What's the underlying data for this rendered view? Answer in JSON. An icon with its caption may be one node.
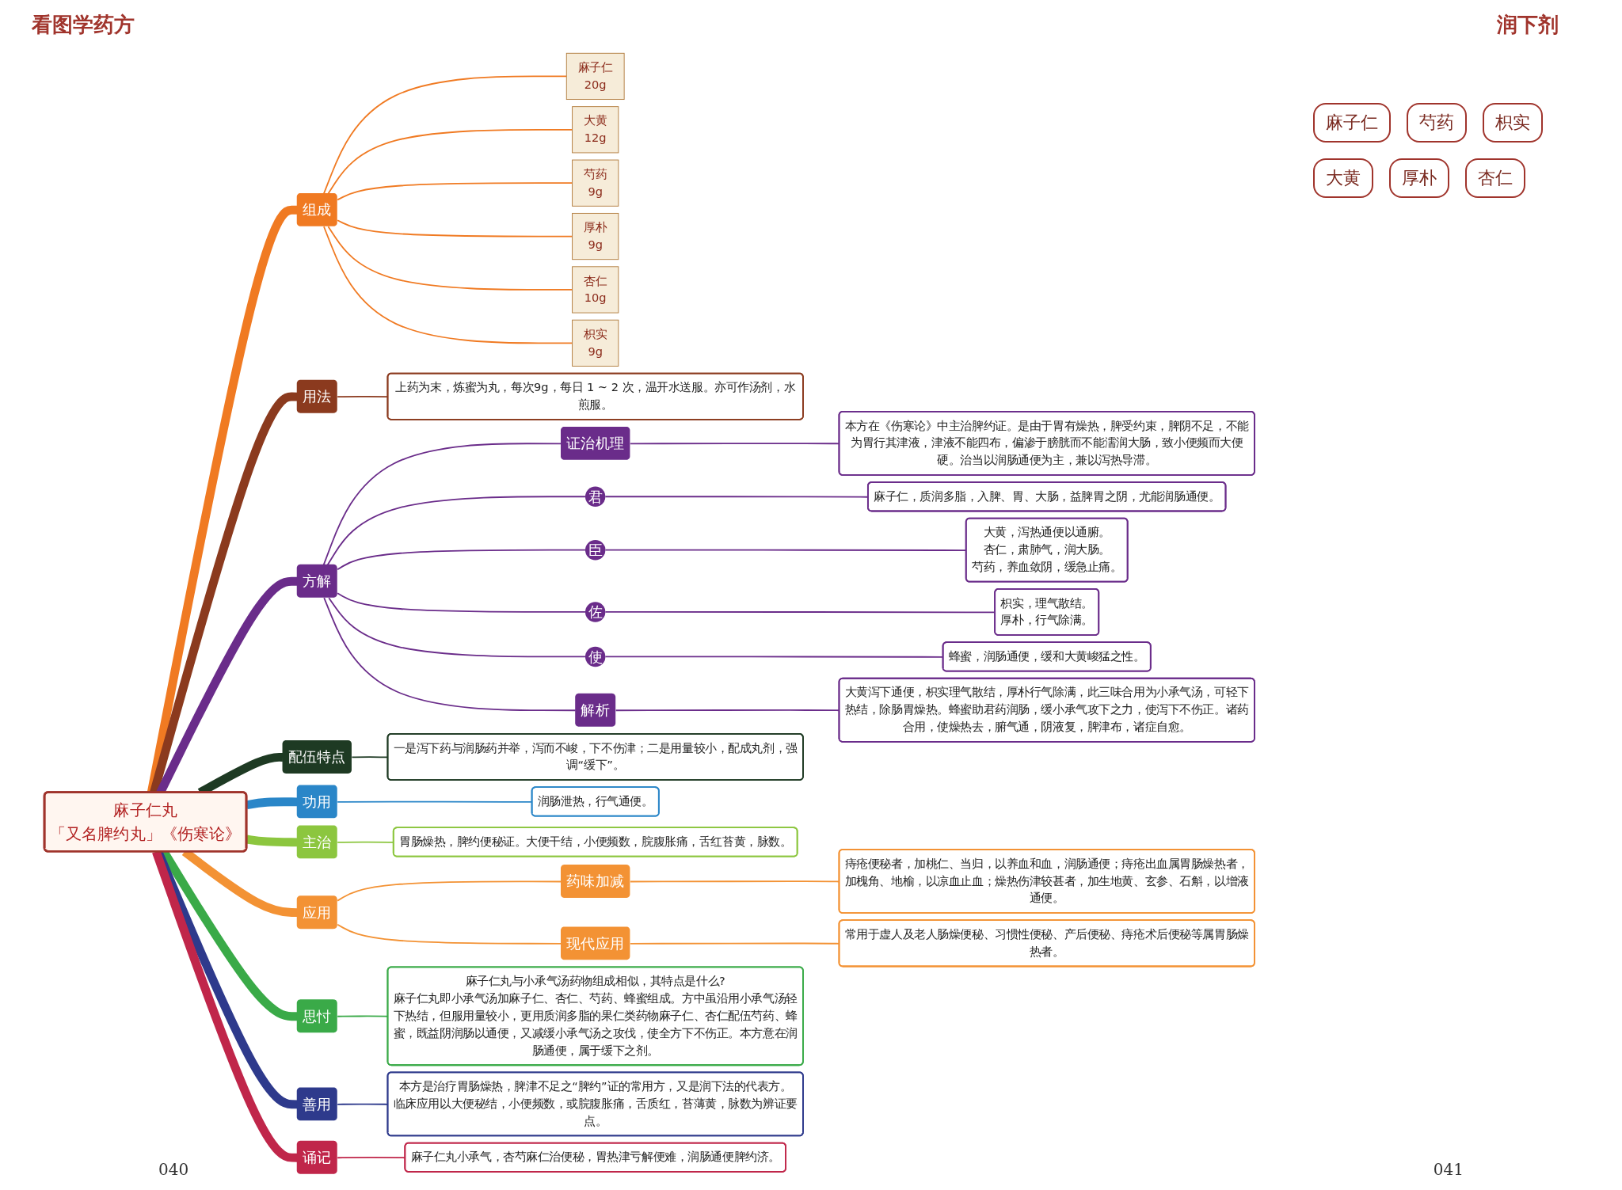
{
  "diagram": {
    "nodes": [
      {
        "text": [
          "麻子仁丸",
          "「又名脾约丸」《伤寒论》"
        ]
      },
      {
        "text": [
          "组成"
        ]
      },
      {
        "text": [
          "麻子仁",
          "20g"
        ]
      },
      {
        "text": [
          "大黄",
          "12g"
        ]
      },
      {
        "text": [
          "芍药",
          "9g"
        ]
      },
      {
        "text": [
          "厚朴",
          "9g"
        ]
      },
      {
        "text": [
          "杏仁",
          "10g"
        ]
      },
      {
        "text": [
          "枳实",
          "9g"
        ]
      },
      {
        "text": [
          "用法"
        ]
      },
      {
        "text": [
          "上药为末，炼蜜为丸，每次9g，每日 1 ~ 2 次，温开水送服。亦可作汤剂，水煎服。"
        ]
      },
      {
        "text": [
          "方解"
        ]
      },
      {
        "text": [
          "证治机理"
        ]
      },
      {
        "text": [
          "本方在《伤寒论》中主治脾约证。是由于胃有燥热，脾受约束，脾阴不足，不能为胃行其津液，津液不能四布，偏渗于膀胱而不能濡润大肠，致小便频而大便硬。治当以润肠通便为主，兼以泻热导滞。"
        ]
      },
      {
        "text": [
          "君"
        ]
      },
      {
        "text": [
          "麻子仁，质润多脂，入脾、胃、大肠，益脾胃之阴，尤能润肠通便。"
        ]
      },
      {
        "text": [
          "臣"
        ]
      },
      {
        "text": [
          "大黄，泻热通便以通腑。",
          "杏仁，肃肺气，润大肠。",
          "芍药，养血敛阴，缓急止痛。"
        ]
      },
      {
        "text": [
          "佐"
        ]
      },
      {
        "text": [
          "枳实，理气散结。",
          "厚朴，行气除满。"
        ]
      },
      {
        "text": [
          "使"
        ]
      },
      {
        "text": [
          "蜂蜜，润肠通便，缓和大黄峻猛之性。"
        ]
      },
      {
        "text": [
          "解析"
        ]
      },
      {
        "text": [
          "大黄泻下通便，枳实理气散结，厚朴行气除满，此三味合用为小承气汤，可轻下热结，除肠胃燥热。蜂蜜助君药润肠，缓小承气攻下之力，使泻下不伤正。诸药合用，使燥热去，腑气通，阴液复，脾津布，诸症自愈。"
        ]
      },
      {
        "text": [
          "配伍特点"
        ]
      },
      {
        "text": [
          "一是泻下药与润肠药并举，泻而不峻，下不伤津；二是用量较小，配成丸剂，强调“缓下”。"
        ]
      },
      {
        "text": [
          "功用"
        ]
      },
      {
        "text": [
          "润肠泄热，行气通便。"
        ]
      },
      {
        "text": [
          "主治"
        ]
      },
      {
        "text": [
          "胃肠燥热，脾约便秘证。大便干结，小便频数，脘腹胀痛，舌红苔黄，脉数。"
        ]
      },
      {
        "text": [
          "应用"
        ]
      },
      {
        "text": [
          "药味加减"
        ]
      },
      {
        "text": [
          "痔疮便秘者，加桃仁、当归，以养血和血，润肠通便；痔疮出血属胃肠燥热者，加槐角、地榆，以凉血止血；燥热伤津较甚者，加生地黄、玄参、石斛，以增液通便。"
        ]
      },
      {
        "text": [
          "现代应用"
        ]
      },
      {
        "text": [
          "常用于虚人及老人肠燥便秘、习惯性便秘、产后便秘、痔疮术后便秘等属胃肠燥热者。"
        ]
      },
      {
        "text": [
          "思忖"
        ]
      },
      {
        "text": [
          "麻子仁丸与小承气汤药物组成相似，其特点是什么?",
          "麻子仁丸即小承气汤加麻子仁、杏仁、芍药、蜂蜜组成。方中虽沿用小承气汤轻下热结，但服用量较小，更用质润多脂的果仁类药物麻子仁、杏仁配伍芍药、蜂蜜，既益阴润肠以通便，又减缓小承气汤之攻伐，使全方下不伤正。本方意在润肠通便，属于缓下之剂。"
        ]
      },
      {
        "text": [
          "善用"
        ]
      },
      {
        "text": [
          "本方是治疗胃肠燥热，脾津不足之“脾约”证的常用方，又是润下法的代表方。临床应用以大便秘结，小便频数，或脘腹胀痛，舌质红，苔薄黄，脉数为辨证要点。"
        ]
      },
      {
        "text": [
          "诵记"
        ]
      },
      {
        "text": [
          "麻子仁丸小承气，杏芍麻仁治便秘，胃热津亏解便难，润肠通便脾约济。"
        ]
      }
    ],
    "edges": [
      {
        "from": 0,
        "to": 1,
        "arrow": "none",
        "style": "thick",
        "color": "#f07a22"
      },
      {
        "from": 1,
        "to": 2,
        "arrow": "none",
        "color": "#f07a22"
      },
      {
        "from": 1,
        "to": 3,
        "arrow": "none",
        "color": "#f07a22"
      },
      {
        "from": 1,
        "to": 4,
        "arrow": "none",
        "color": "#f07a22"
      },
      {
        "from": 1,
        "to": 5,
        "arrow": "none",
        "color": "#f07a22"
      },
      {
        "from": 1,
        "to": 6,
        "arrow": "none",
        "color": "#f07a22"
      },
      {
        "from": 1,
        "to": 7,
        "arrow": "none",
        "color": "#f07a22"
      },
      {
        "from": 0,
        "to": 8,
        "arrow": "none",
        "style": "thick",
        "color": "#8b3a1e"
      },
      {
        "from": 8,
        "to": 9,
        "arrow": "none",
        "color": "#8b3a1e"
      },
      {
        "from": 0,
        "to": 10,
        "arrow": "none",
        "style": "thick",
        "color": "#6a2c8a"
      },
      {
        "from": 10,
        "to": 11,
        "arrow": "none",
        "color": "#6a2c8a"
      },
      {
        "from": 11,
        "to": 12,
        "arrow": "none",
        "color": "#6a2c8a"
      },
      {
        "from": 10,
        "to": 13,
        "arrow": "none",
        "color": "#6a2c8a"
      },
      {
        "from": 13,
        "to": 14,
        "arrow": "none",
        "color": "#6a2c8a"
      },
      {
        "from": 10,
        "to": 15,
        "arrow": "none",
        "color": "#6a2c8a"
      },
      {
        "from": 15,
        "to": 16,
        "arrow": "none",
        "color": "#6a2c8a"
      },
      {
        "from": 10,
        "to": 17,
        "arrow": "none",
        "color": "#6a2c8a"
      },
      {
        "from": 17,
        "to": 18,
        "arrow": "none",
        "color": "#6a2c8a"
      },
      {
        "from": 10,
        "to": 19,
        "arrow": "none",
        "color": "#6a2c8a"
      },
      {
        "from": 19,
        "to": 20,
        "arrow": "none",
        "color": "#6a2c8a"
      },
      {
        "from": 10,
        "to": 21,
        "arrow": "none",
        "color": "#6a2c8a"
      },
      {
        "from": 21,
        "to": 22,
        "arrow": "none",
        "color": "#6a2c8a"
      },
      {
        "from": 0,
        "to": 23,
        "arrow": "none",
        "style": "thick",
        "color": "#1e3a23"
      },
      {
        "from": 23,
        "to": 24,
        "arrow": "none",
        "color": "#1e3a23"
      },
      {
        "from": 0,
        "to": 25,
        "arrow": "none",
        "style": "thick",
        "color": "#2a86c8"
      },
      {
        "from": 25,
        "to": 26,
        "arrow": "none",
        "color": "#2a86c8"
      },
      {
        "from": 0,
        "to": 27,
        "arrow": "none",
        "style": "thick",
        "color": "#8cc63f"
      },
      {
        "from": 27,
        "to": 28,
        "arrow": "none",
        "color": "#8cc63f"
      },
      {
        "from": 0,
        "to": 29,
        "arrow": "none",
        "style": "thick",
        "color": "#f39234"
      },
      {
        "from": 29,
        "to": 30,
        "arrow": "none",
        "color": "#f39234"
      },
      {
        "from": 30,
        "to": 31,
        "arrow": "none",
        "color": "#f39234"
      },
      {
        "from": 29,
        "to": 32,
        "arrow": "none",
        "color": "#f39234"
      },
      {
        "from": 32,
        "to": 33,
        "arrow": "none",
        "color": "#f39234"
      },
      {
        "from": 0,
        "to": 34,
        "arrow": "none",
        "style": "thick",
        "color": "#3aaa48"
      },
      {
        "from": 34,
        "to": 35,
        "arrow": "none",
        "color": "#3aaa48"
      },
      {
        "from": 0,
        "to": 36,
        "arrow": "none",
        "style": "thick",
        "color": "#2e3a8c"
      },
      {
        "from": 36,
        "to": 37,
        "arrow": "none",
        "color": "#2e3a8c"
      },
      {
        "from": 0,
        "to": 38,
        "arrow": "none",
        "style": "thick",
        "color": "#c0264a"
      },
      {
        "from": 38,
        "to": 39,
        "arrow": "none",
        "color": "#c0264a"
      }
    ],
    "labels": [
      "看图学药方",
      "润下剂",
      "麻子仁",
      "芍药",
      "枳实",
      "大黄",
      "厚朴",
      "杏仁",
      "040",
      "041"
    ]
  }
}
